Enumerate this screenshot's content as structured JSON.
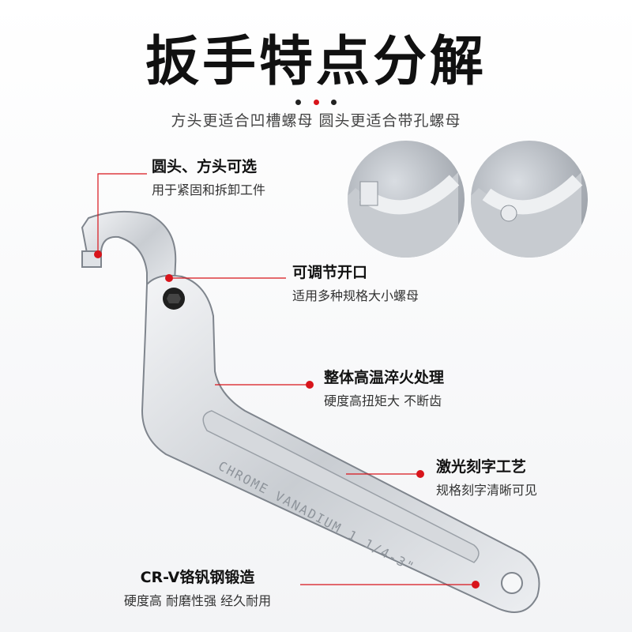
{
  "title": "扳手特点分解",
  "subtitle": "方头更适合凹槽螺母 圆头更适合带孔螺母",
  "colors": {
    "accent": "#d8141b",
    "dark": "#1a1a1a"
  },
  "features": [
    {
      "heading": "圆头、方头可选",
      "sub": "用于紧固和拆卸工件"
    },
    {
      "heading": "可调节开口",
      "sub": "适用多种规格大小螺母"
    },
    {
      "heading": "整体高温淬火处理",
      "sub": "硬度高扭矩大 不断齿"
    },
    {
      "heading": "激光刻字工艺",
      "sub": "规格刻字清晰可见"
    },
    {
      "heading": "CR-V铬钒钢锻造",
      "sub": "硬度高 耐磨性强 经久耐用"
    }
  ],
  "engraving": "CHROME VANADIUM 1 1/4-3\""
}
